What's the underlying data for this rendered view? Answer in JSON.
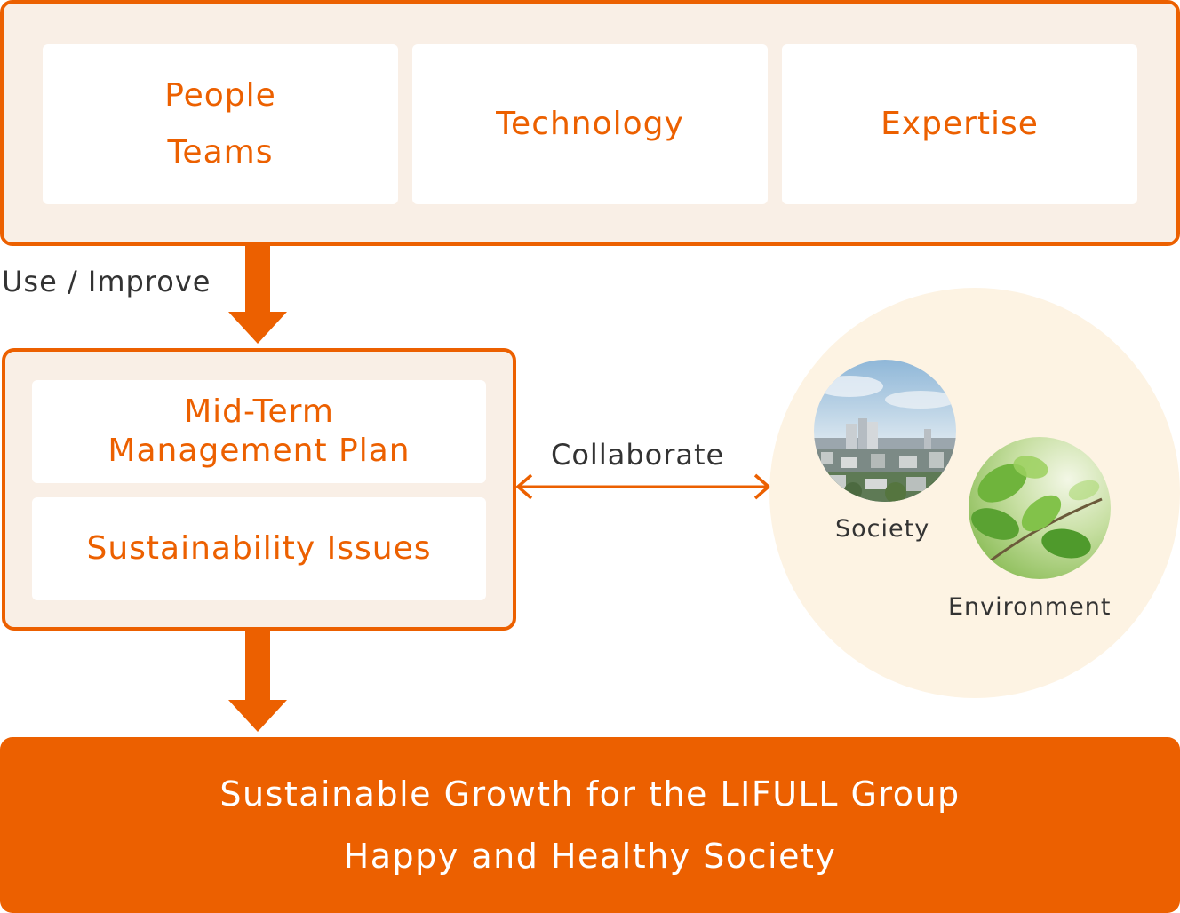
{
  "resources": {
    "items": [
      {
        "lines": [
          "People",
          "Teams"
        ]
      },
      {
        "lines": [
          "Technology"
        ]
      },
      {
        "lines": [
          "Expertise"
        ]
      }
    ]
  },
  "use_improve_label": "Use / Improve",
  "plans": {
    "mid_term": [
      "Mid-Term",
      "Management Plan"
    ],
    "sustainability": "Sustainability Issues"
  },
  "collaborate_label": "Collaborate",
  "stakeholders": {
    "society_label": "Society",
    "environment_label": "Environment"
  },
  "outcome": {
    "line1": "Sustainable Growth for the LIFULL Group",
    "line2": "Happy and Healthy Society"
  },
  "colors": {
    "accent": "#ec6000",
    "frame_fill": "#f9efe6",
    "circle_fill": "#fdf3e3",
    "text_dark": "#333333"
  }
}
